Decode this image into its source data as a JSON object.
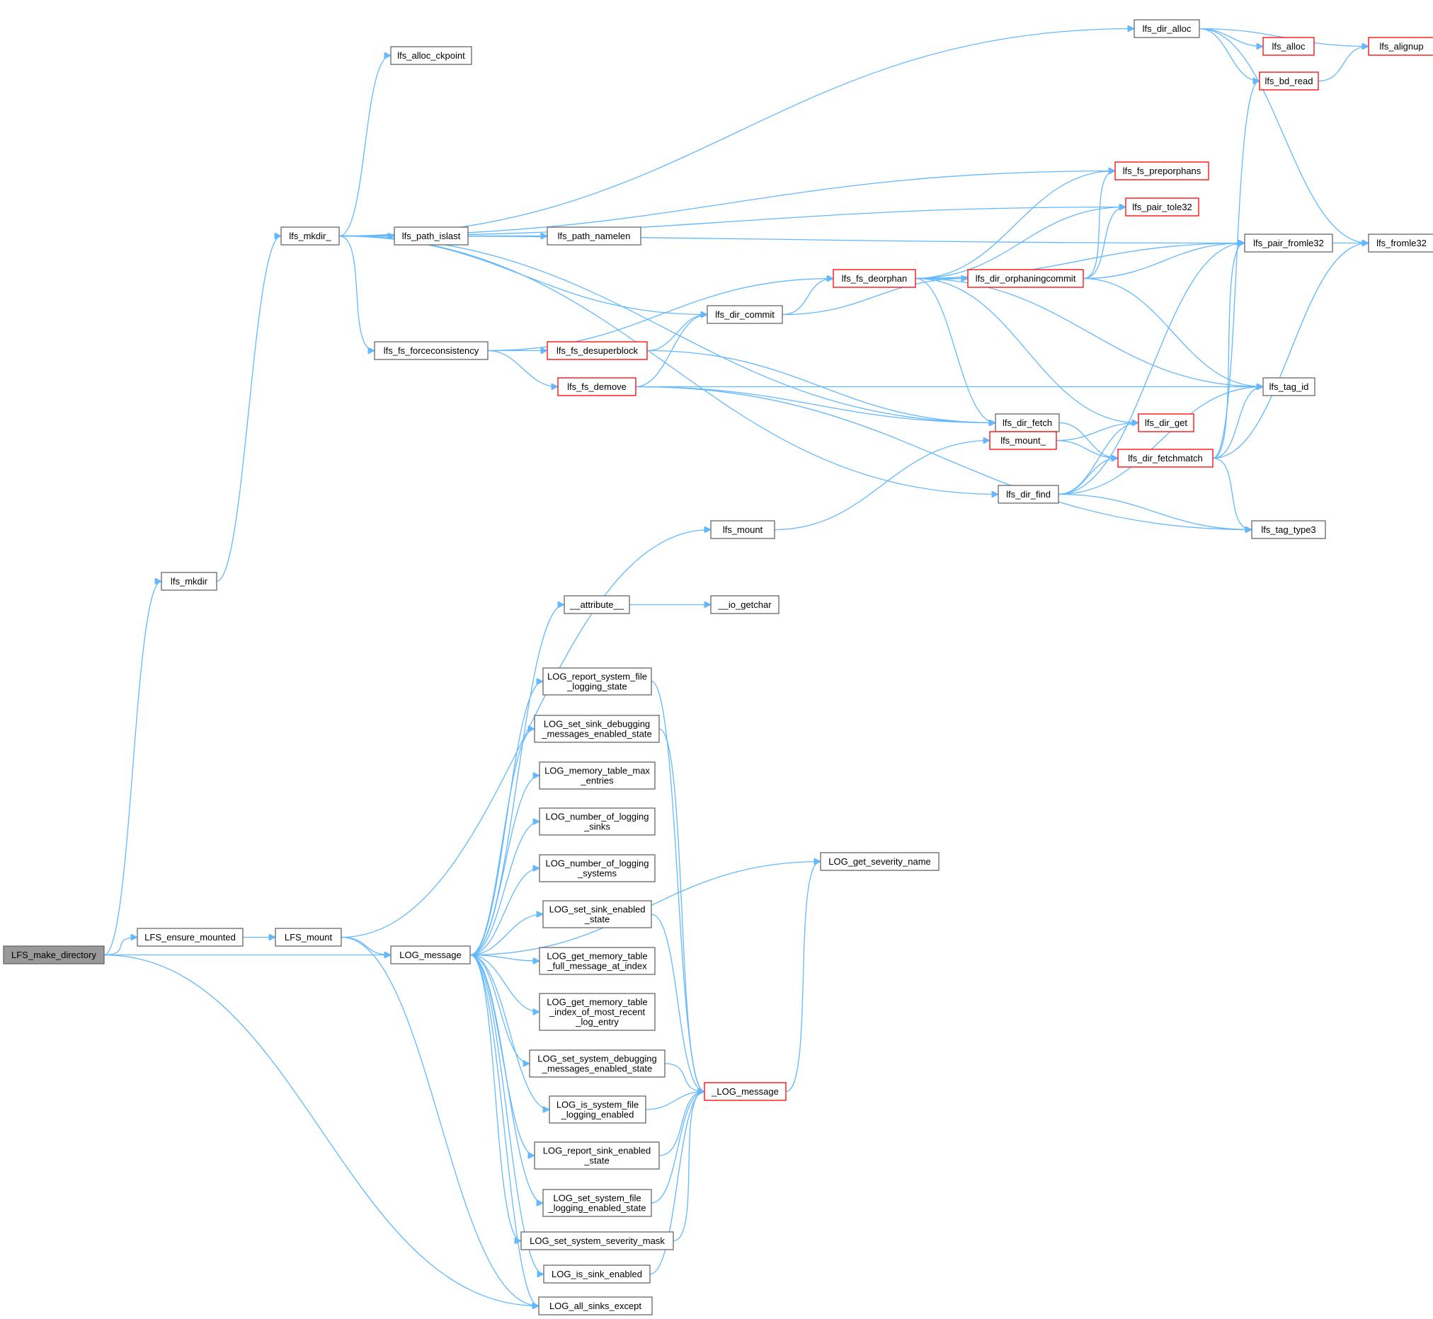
{
  "colors": {
    "edge": "#63b8ff",
    "node_border": "#666666",
    "node_fill": "#ffffff",
    "highlight_border": "#ff0000",
    "root_fill": "#999999",
    "text": "#000000"
  },
  "nodes": {
    "n_LFS_make_directory": {
      "label": "LFS_make_directory",
      "style": "root"
    },
    "n_lfs_mkdir": {
      "label": "lfs_mkdir",
      "style": "normal"
    },
    "n_LFS_ensure_mounted": {
      "label": "LFS_ensure_mounted",
      "style": "normal"
    },
    "n_LFS_mount": {
      "label": "LFS_mount",
      "style": "normal"
    },
    "n_LOG_message": {
      "label": "LOG_message",
      "style": "normal"
    },
    "n_LOG_all_sinks_except": {
      "label": "LOG_all_sinks_except",
      "style": "normal"
    },
    "n_lfs_mkdir_": {
      "label": "lfs_mkdir_",
      "style": "normal"
    },
    "n_lfs_alloc_ckpoint": {
      "label": "lfs_alloc_ckpoint",
      "style": "normal"
    },
    "n_lfs_path_islast": {
      "label": "lfs_path_islast",
      "style": "normal"
    },
    "n_lfs_path_namelen": {
      "label": "lfs_path_namelen",
      "style": "normal"
    },
    "n_lfs_fs_forceconsistency": {
      "label": "lfs_fs_forceconsistency",
      "style": "normal"
    },
    "n_lfs_fs_desuperblock": {
      "label": "lfs_fs_desuperblock",
      "style": "red"
    },
    "n_lfs_fs_demove": {
      "label": "lfs_fs_demove",
      "style": "red"
    },
    "n_lfs_dir_commit": {
      "label": "lfs_dir_commit",
      "style": "normal"
    },
    "n_lfs_fs_deorphan": {
      "label": "lfs_fs_deorphan",
      "style": "red"
    },
    "n_lfs_dir_orphaningcommit": {
      "label": "lfs_dir_orphaningcommit",
      "style": "red"
    },
    "n_lfs_fs_preporphans": {
      "label": "lfs_fs_preporphans",
      "style": "red"
    },
    "n_lfs_pair_tole32": {
      "label": "lfs_pair_tole32",
      "style": "red"
    },
    "n_lfs_pair_fromle32": {
      "label": "lfs_pair_fromle32",
      "style": "normal"
    },
    "n_lfs_fromle32": {
      "label": "lfs_fromle32",
      "style": "normal"
    },
    "n_lfs_tag_id": {
      "label": "lfs_tag_id",
      "style": "normal"
    },
    "n_lfs_dir_fetch": {
      "label": "lfs_dir_fetch",
      "style": "normal"
    },
    "n_lfs_dir_get": {
      "label": "lfs_dir_get",
      "style": "red"
    },
    "n_lfs_dir_fetchmatch": {
      "label": "lfs_dir_fetchmatch",
      "style": "red"
    },
    "n_lfs_mount_": {
      "label": "lfs_mount_",
      "style": "red"
    },
    "n_lfs_dir_find": {
      "label": "lfs_dir_find",
      "style": "normal"
    },
    "n_lfs_tag_type3": {
      "label": "lfs_tag_type3",
      "style": "normal"
    },
    "n_lfs_mount": {
      "label": "lfs_mount",
      "style": "normal"
    },
    "n_lfs_dir_alloc": {
      "label": "lfs_dir_alloc",
      "style": "normal"
    },
    "n_lfs_alloc": {
      "label": "lfs_alloc",
      "style": "red"
    },
    "n_lfs_alignup": {
      "label": "lfs_alignup",
      "style": "red"
    },
    "n_lfs_bd_read": {
      "label": "lfs_bd_read",
      "style": "red"
    },
    "n___attribute__": {
      "label": "__attribute__",
      "style": "normal"
    },
    "n___io_getchar": {
      "label": "__io_getchar",
      "style": "normal"
    },
    "n_LOG_report_system_file_logging_state": {
      "label": "LOG_report_system_file\n_logging_state",
      "style": "normal"
    },
    "n_LOG_set_sink_debugging_messages_enabled_state": {
      "label": "LOG_set_sink_debugging\n_messages_enabled_state",
      "style": "normal"
    },
    "n_LOG_memory_table_max_entries": {
      "label": "LOG_memory_table_max\n_entries",
      "style": "normal"
    },
    "n_LOG_number_of_logging_sinks": {
      "label": "LOG_number_of_logging\n_sinks",
      "style": "normal"
    },
    "n_LOG_number_of_logging_systems": {
      "label": "LOG_number_of_logging\n_systems",
      "style": "normal"
    },
    "n_LOG_set_sink_enabled_state": {
      "label": "LOG_set_sink_enabled\n_state",
      "style": "normal"
    },
    "n_LOG_get_memory_table_full_message_at_index": {
      "label": "LOG_get_memory_table\n_full_message_at_index",
      "style": "normal"
    },
    "n_LOG_get_memory_table_index_of_most_recent_log_entry": {
      "label": "LOG_get_memory_table\n_index_of_most_recent\n_log_entry",
      "style": "normal"
    },
    "n_LOG_set_system_debugging_messages_enabled_state": {
      "label": "LOG_set_system_debugging\n_messages_enabled_state",
      "style": "normal"
    },
    "n_LOG_is_system_file_logging_enabled": {
      "label": "LOG_is_system_file\n_logging_enabled",
      "style": "normal"
    },
    "n_LOG_report_sink_enabled_state": {
      "label": "LOG_report_sink_enabled\n_state",
      "style": "normal"
    },
    "n_LOG_set_system_file_logging_enabled_state": {
      "label": "LOG_set_system_file\n_logging_enabled_state",
      "style": "normal"
    },
    "n_LOG_set_system_severity_mask": {
      "label": "LOG_set_system_severity_mask",
      "style": "normal"
    },
    "n_LOG_is_sink_enabled": {
      "label": "LOG_is_sink_enabled",
      "style": "normal"
    },
    "n_LOG_get_severity_name": {
      "label": "LOG_get_severity_name",
      "style": "normal"
    },
    "n__LOG_message": {
      "label": "_LOG_message",
      "style": "red"
    }
  },
  "edges": [
    [
      "n_LFS_make_directory",
      "n_lfs_mkdir"
    ],
    [
      "n_LFS_make_directory",
      "n_LFS_ensure_mounted"
    ],
    [
      "n_LFS_make_directory",
      "n_LOG_message"
    ],
    [
      "n_LFS_make_directory",
      "n_LOG_all_sinks_except"
    ],
    [
      "n_LFS_ensure_mounted",
      "n_LFS_mount"
    ],
    [
      "n_LFS_mount",
      "n_lfs_mount"
    ],
    [
      "n_LFS_mount",
      "n_LOG_message"
    ],
    [
      "n_LFS_mount",
      "n_LOG_all_sinks_except"
    ],
    [
      "n_lfs_mkdir",
      "n_lfs_mkdir_"
    ],
    [
      "n_lfs_mkdir_",
      "n_lfs_dir_alloc"
    ],
    [
      "n_lfs_mkdir_",
      "n_lfs_alloc_ckpoint"
    ],
    [
      "n_lfs_mkdir_",
      "n_lfs_pair_fromle32"
    ],
    [
      "n_lfs_mkdir_",
      "n_lfs_fs_preporphans"
    ],
    [
      "n_lfs_mkdir_",
      "n_lfs_pair_tole32"
    ],
    [
      "n_lfs_mkdir_",
      "n_lfs_path_islast"
    ],
    [
      "n_lfs_mkdir_",
      "n_lfs_path_namelen"
    ],
    [
      "n_lfs_mkdir_",
      "n_lfs_dir_commit"
    ],
    [
      "n_lfs_mkdir_",
      "n_lfs_fs_forceconsistency"
    ],
    [
      "n_lfs_mkdir_",
      "n_lfs_dir_fetch"
    ],
    [
      "n_lfs_mkdir_",
      "n_lfs_dir_find"
    ],
    [
      "n_lfs_path_islast",
      "n_lfs_path_namelen"
    ],
    [
      "n_lfs_fs_forceconsistency",
      "n_lfs_fs_deorphan"
    ],
    [
      "n_lfs_fs_forceconsistency",
      "n_lfs_fs_desuperblock"
    ],
    [
      "n_lfs_fs_forceconsistency",
      "n_lfs_fs_demove"
    ],
    [
      "n_lfs_fs_desuperblock",
      "n_lfs_dir_commit"
    ],
    [
      "n_lfs_fs_desuperblock",
      "n_lfs_dir_fetch"
    ],
    [
      "n_lfs_fs_demove",
      "n_lfs_dir_commit"
    ],
    [
      "n_lfs_fs_demove",
      "n_lfs_tag_id"
    ],
    [
      "n_lfs_fs_demove",
      "n_lfs_dir_fetch"
    ],
    [
      "n_lfs_fs_demove",
      "n_lfs_tag_type3"
    ],
    [
      "n_lfs_dir_commit",
      "n_lfs_fs_deorphan"
    ],
    [
      "n_lfs_dir_commit",
      "n_lfs_dir_orphaningcommit"
    ],
    [
      "n_lfs_fs_deorphan",
      "n_lfs_pair_fromle32"
    ],
    [
      "n_lfs_fs_deorphan",
      "n_lfs_fs_preporphans"
    ],
    [
      "n_lfs_fs_deorphan",
      "n_lfs_pair_tole32"
    ],
    [
      "n_lfs_fs_deorphan",
      "n_lfs_dir_orphaningcommit"
    ],
    [
      "n_lfs_fs_deorphan",
      "n_lfs_tag_id"
    ],
    [
      "n_lfs_fs_deorphan",
      "n_lfs_dir_fetch"
    ],
    [
      "n_lfs_fs_deorphan",
      "n_lfs_dir_get"
    ],
    [
      "n_lfs_dir_orphaningcommit",
      "n_lfs_fs_preporphans"
    ],
    [
      "n_lfs_dir_orphaningcommit",
      "n_lfs_pair_tole32"
    ],
    [
      "n_lfs_dir_orphaningcommit",
      "n_lfs_pair_fromle32"
    ],
    [
      "n_lfs_dir_orphaningcommit",
      "n_lfs_tag_id"
    ],
    [
      "n_lfs_pair_fromle32",
      "n_lfs_fromle32"
    ],
    [
      "n_lfs_dir_fetch",
      "n_lfs_dir_fetchmatch"
    ],
    [
      "n_lfs_dir_fetchmatch",
      "n_lfs_bd_read"
    ],
    [
      "n_lfs_dir_fetchmatch",
      "n_lfs_pair_fromle32"
    ],
    [
      "n_lfs_dir_fetchmatch",
      "n_lfs_fromle32"
    ],
    [
      "n_lfs_dir_fetchmatch",
      "n_lfs_tag_id"
    ],
    [
      "n_lfs_dir_fetchmatch",
      "n_lfs_tag_type3"
    ],
    [
      "n_lfs_mount_",
      "n_lfs_dir_get"
    ],
    [
      "n_lfs_mount_",
      "n_lfs_dir_fetchmatch"
    ],
    [
      "n_lfs_dir_find",
      "n_lfs_pair_fromle32"
    ],
    [
      "n_lfs_dir_find",
      "n_lfs_dir_get"
    ],
    [
      "n_lfs_dir_find",
      "n_lfs_dir_fetchmatch"
    ],
    [
      "n_lfs_dir_find",
      "n_lfs_tag_id"
    ],
    [
      "n_lfs_dir_find",
      "n_lfs_tag_type3"
    ],
    [
      "n_lfs_mount",
      "n_lfs_mount_"
    ],
    [
      "n_lfs_dir_alloc",
      "n_lfs_alloc"
    ],
    [
      "n_lfs_dir_alloc",
      "n_lfs_alignup"
    ],
    [
      "n_lfs_dir_alloc",
      "n_lfs_bd_read"
    ],
    [
      "n_lfs_dir_alloc",
      "n_lfs_fromle32"
    ],
    [
      "n_lfs_bd_read",
      "n_lfs_alignup"
    ],
    [
      "n_LOG_message",
      "n___attribute__"
    ],
    [
      "n___attribute__",
      "n___io_getchar"
    ],
    [
      "n_LOG_message",
      "n_LOG_get_severity_name"
    ],
    [
      "n_LOG_message",
      "n_LOG_report_system_file_logging_state"
    ],
    [
      "n_LOG_message",
      "n_LOG_set_sink_debugging_messages_enabled_state"
    ],
    [
      "n_LOG_message",
      "n_LOG_memory_table_max_entries"
    ],
    [
      "n_LOG_message",
      "n_LOG_number_of_logging_sinks"
    ],
    [
      "n_LOG_message",
      "n_LOG_number_of_logging_systems"
    ],
    [
      "n_LOG_message",
      "n_LOG_set_sink_enabled_state"
    ],
    [
      "n_LOG_message",
      "n_LOG_get_memory_table_full_message_at_index"
    ],
    [
      "n_LOG_message",
      "n_LOG_get_memory_table_index_of_most_recent_log_entry"
    ],
    [
      "n_LOG_message",
      "n_LOG_set_system_debugging_messages_enabled_state"
    ],
    [
      "n_LOG_message",
      "n_LOG_is_system_file_logging_enabled"
    ],
    [
      "n_LOG_message",
      "n_LOG_report_sink_enabled_state"
    ],
    [
      "n_LOG_message",
      "n_LOG_set_system_file_logging_enabled_state"
    ],
    [
      "n_LOG_message",
      "n_LOG_set_system_severity_mask"
    ],
    [
      "n_LOG_message",
      "n_LOG_is_sink_enabled"
    ],
    [
      "n_LOG_message",
      "n_LOG_all_sinks_except"
    ],
    [
      "n_LOG_report_system_file_logging_state",
      "n__LOG_message"
    ],
    [
      "n_LOG_set_sink_debugging_messages_enabled_state",
      "n__LOG_message"
    ],
    [
      "n_LOG_set_sink_enabled_state",
      "n__LOG_message"
    ],
    [
      "n_LOG_set_system_debugging_messages_enabled_state",
      "n__LOG_message"
    ],
    [
      "n_LOG_is_system_file_logging_enabled",
      "n__LOG_message"
    ],
    [
      "n_LOG_report_sink_enabled_state",
      "n__LOG_message"
    ],
    [
      "n_LOG_set_system_file_logging_enabled_state",
      "n__LOG_message"
    ],
    [
      "n_LOG_set_system_severity_mask",
      "n__LOG_message"
    ],
    [
      "n_LOG_is_sink_enabled",
      "n__LOG_message"
    ],
    [
      "n__LOG_message",
      "n_LOG_get_severity_name"
    ]
  ]
}
